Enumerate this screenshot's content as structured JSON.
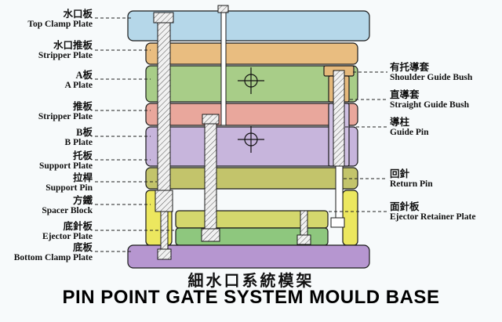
{
  "title": {
    "chinese": "細水口系統模架",
    "english": "PIN POINT GATE SYSTEM MOULD BASE"
  },
  "left_labels": [
    {
      "cn": "水口板",
      "en": "Top Clamp Plate"
    },
    {
      "cn": "水口推板",
      "en": "Stripper Plate"
    },
    {
      "cn": "A板",
      "en": "A Plate"
    },
    {
      "cn": "推板",
      "en": "Stripper Plate"
    },
    {
      "cn": "B板",
      "en": "B Plate"
    },
    {
      "cn": "托板",
      "en": "Support Plate"
    },
    {
      "cn": "拉桿",
      "en": "Support Pin"
    },
    {
      "cn": "方鐵",
      "en": "Spacer Block"
    },
    {
      "cn": "底針板",
      "en": "Ejector Plate"
    },
    {
      "cn": "底板",
      "en": "Bottom Clamp Plate"
    }
  ],
  "right_labels": [
    {
      "cn": "有托導套",
      "en": "Shoulder Guide Bush"
    },
    {
      "cn": "直導套",
      "en": "Straight Guide Bush"
    },
    {
      "cn": "導柱",
      "en": "Guide Pin"
    },
    {
      "cn": "回針",
      "en": "Return Pin"
    },
    {
      "cn": "面針板",
      "en": "Ejector Retainer Plate"
    }
  ],
  "colors": {
    "top_clamp_plate": "#b5d7e9",
    "stripper_plate_upper": "#e9bd80",
    "a_plate": "#a8cd88",
    "stripper_plate": "#e9a79c",
    "b_plate": "#c7b5dc",
    "support_plate": "#c3c46b",
    "spacer_block": "#ece75f",
    "ejector_retainer_plate": "#d4d76d",
    "ejector_plate": "#8ec77e",
    "bottom_clamp_plate": "#b696d0",
    "shoulder_guide_bush": "#e5b97c",
    "straight_guide_bush": "#cfc0e2",
    "outline": "#1a1a1a"
  }
}
